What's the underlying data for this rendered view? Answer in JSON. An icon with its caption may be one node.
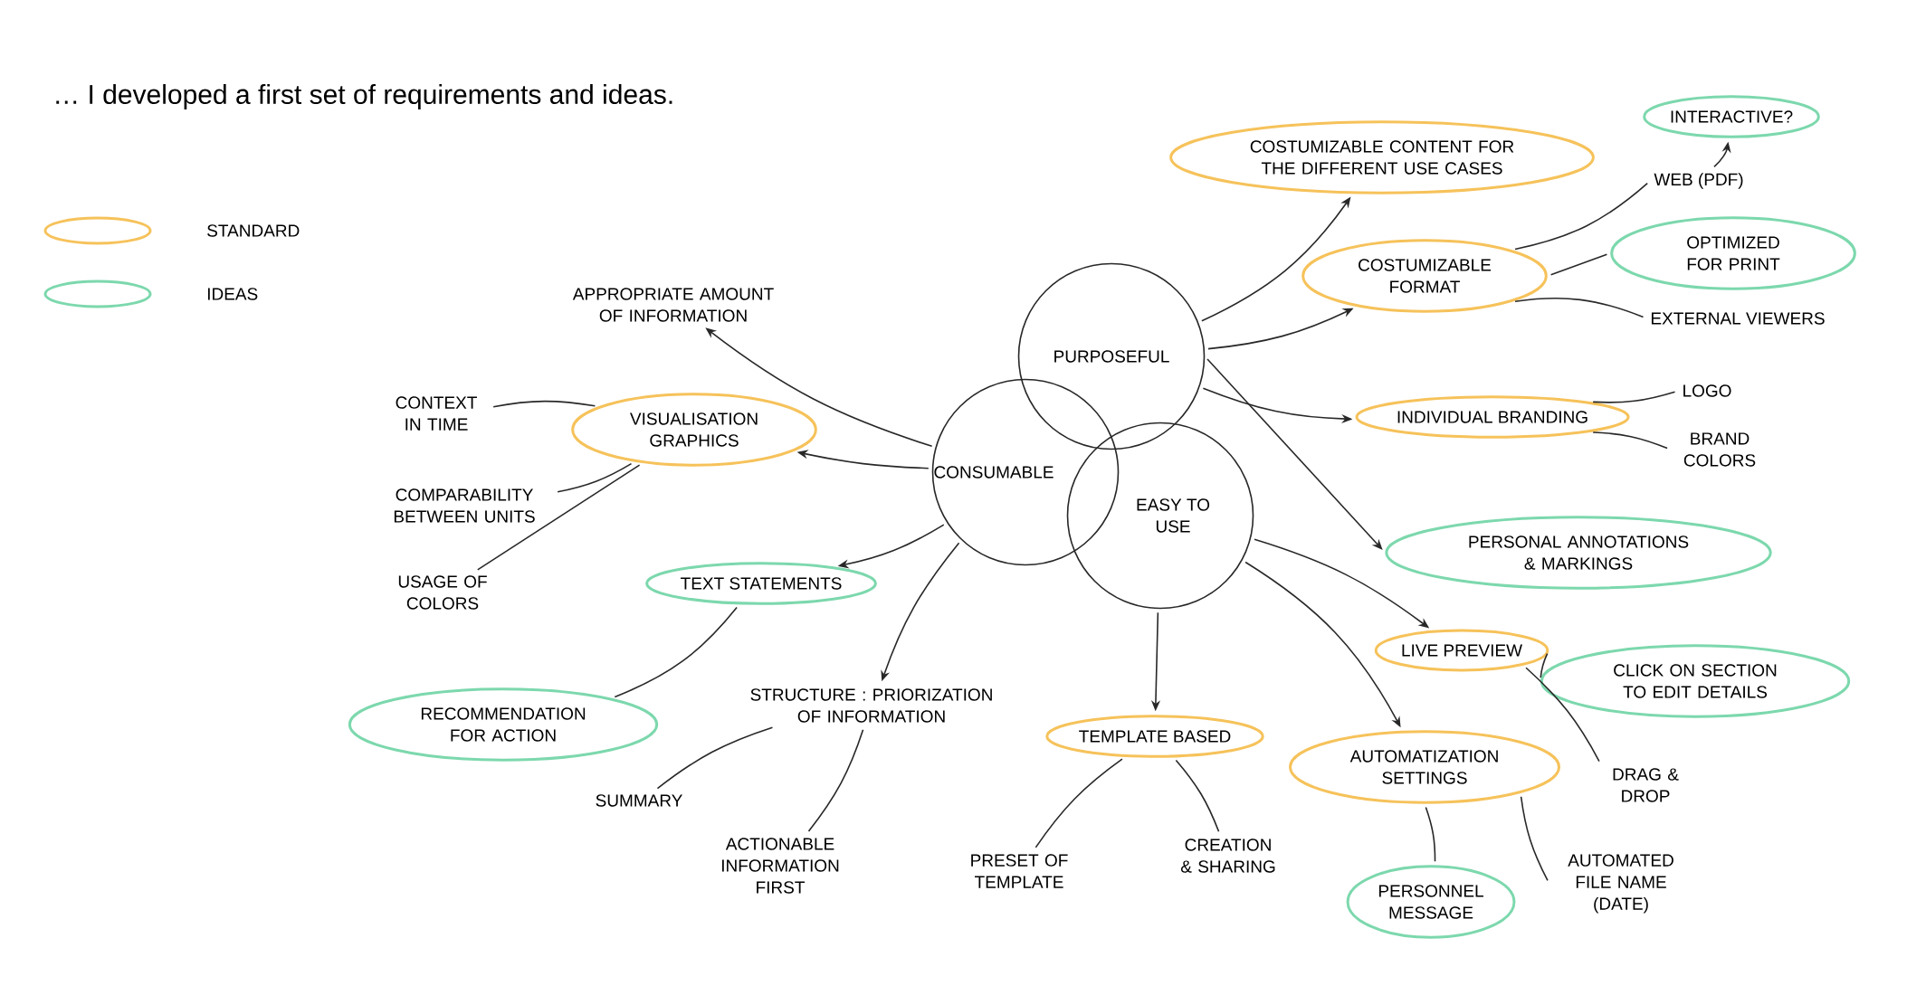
{
  "diagram": {
    "title": "… I developed a first set of requirements and ideas.",
    "nodes": [
      {
        "text": [
          "PURPOSEFUL"
        ]
      },
      {
        "text": [
          "CONSUMABLE"
        ]
      },
      {
        "text": [
          "EASY TO USE"
        ]
      },
      {
        "text": [
          "COSTUMIZABLE CONTENT FOR THE DIFFERENT USE CASES"
        ]
      },
      {
        "text": [
          "COSTUMIZABLE FORMAT"
        ]
      },
      {
        "text": [
          "WEB (PDF)"
        ]
      },
      {
        "text": [
          "INTERACTIVE?"
        ]
      },
      {
        "text": [
          "OPTIMIZED FOR PRINT"
        ]
      },
      {
        "text": [
          "EXTERNAL VIEWERS"
        ]
      },
      {
        "text": [
          "INDIVIDUAL BRANDING"
        ]
      },
      {
        "text": [
          "LOGO"
        ]
      },
      {
        "text": [
          "BRAND COLORS"
        ]
      },
      {
        "text": [
          "PERSONAL ANNOTATIONS & MARKINGS"
        ]
      },
      {
        "text": [
          "LIVE PREVIEW"
        ]
      },
      {
        "text": [
          "CLICK ON SECTION TO EDIT DETAILS"
        ]
      },
      {
        "text": [
          "DRAG & DROP"
        ]
      },
      {
        "text": [
          "AUTOMATIZATION SETTINGS"
        ]
      },
      {
        "text": [
          "PERSONNEL MESSAGE"
        ]
      },
      {
        "text": [
          "AUTOMATED FILE NAME (DATE)"
        ]
      },
      {
        "text": [
          "TEMPLATE BASED"
        ]
      },
      {
        "text": [
          "PRESET OF TEMPLATE"
        ]
      },
      {
        "text": [
          "CREATION & SHARING"
        ]
      },
      {
        "text": [
          "STRUCTURE : PRIORIZATION OF INFORMATION"
        ]
      },
      {
        "text": [
          "SUMMARY"
        ]
      },
      {
        "text": [
          "ACTIONABLE INFORMATION FIRST"
        ]
      },
      {
        "text": [
          "TEXT STATEMENTS"
        ]
      },
      {
        "text": [
          "RECOMMENDATION FOR ACTION"
        ]
      },
      {
        "text": [
          "VISUALISATION GRAPHICS"
        ]
      },
      {
        "text": [
          "CONTEXT IN TIME"
        ]
      },
      {
        "text": [
          "COMPARABILITY BETWEEN UNITS"
        ]
      },
      {
        "text": [
          "USAGE OF COLORS"
        ]
      },
      {
        "text": [
          "APPROPRIATE AMOUNT OF INFORMATION"
        ]
      }
    ],
    "edges": [
      {
        "from": 0,
        "to": 3,
        "arrow": "to"
      },
      {
        "from": 0,
        "to": 4,
        "arrow": "to"
      },
      {
        "from": 4,
        "to": 5,
        "arrow": "none"
      },
      {
        "from": 5,
        "to": 6,
        "arrow": "to"
      },
      {
        "from": 4,
        "to": 7,
        "arrow": "none"
      },
      {
        "from": 4,
        "to": 8,
        "arrow": "none"
      },
      {
        "from": 0,
        "to": 9,
        "arrow": "to"
      },
      {
        "from": 9,
        "to": 10,
        "arrow": "none"
      },
      {
        "from": 9,
        "to": 11,
        "arrow": "none"
      },
      {
        "from": 0,
        "to": 12,
        "arrow": "to"
      },
      {
        "from": 2,
        "to": 13,
        "arrow": "to"
      },
      {
        "from": 13,
        "to": 14,
        "arrow": "none"
      },
      {
        "from": 13,
        "to": 15,
        "arrow": "none"
      },
      {
        "from": 2,
        "to": 16,
        "arrow": "to"
      },
      {
        "from": 16,
        "to": 17,
        "arrow": "none"
      },
      {
        "from": 16,
        "to": 18,
        "arrow": "none"
      },
      {
        "from": 2,
        "to": 19,
        "arrow": "to"
      },
      {
        "from": 19,
        "to": 20,
        "arrow": "none"
      },
      {
        "from": 19,
        "to": 21,
        "arrow": "none"
      },
      {
        "from": 1,
        "to": 22,
        "arrow": "to"
      },
      {
        "from": 22,
        "to": 23,
        "arrow": "none"
      },
      {
        "from": 22,
        "to": 24,
        "arrow": "none"
      },
      {
        "from": 1,
        "to": 25,
        "arrow": "to"
      },
      {
        "from": 25,
        "to": 26,
        "arrow": "none"
      },
      {
        "from": 1,
        "to": 27,
        "arrow": "to"
      },
      {
        "from": 27,
        "to": 28,
        "arrow": "none"
      },
      {
        "from": 27,
        "to": 29,
        "arrow": "none"
      },
      {
        "from": 27,
        "to": 30,
        "arrow": "none"
      },
      {
        "from": 1,
        "to": 31,
        "arrow": "to"
      }
    ],
    "legend": [
      {
        "text": "STANDARD",
        "color": "#f6c25a"
      },
      {
        "text": "IDEAS",
        "color": "#7cd8ad"
      }
    ]
  }
}
